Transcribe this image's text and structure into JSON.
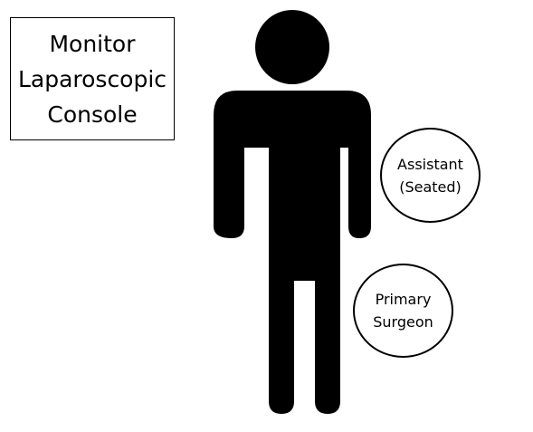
{
  "monitor": {
    "lines": [
      "Monitor",
      "Laparoscopic",
      "Console"
    ]
  },
  "assistant": {
    "lines": [
      "Assistant",
      "(Seated)"
    ]
  },
  "surgeon": {
    "lines": [
      "Primary",
      "Surgeon"
    ]
  },
  "colors": {
    "figure": "#000000",
    "outline": "#000000",
    "background": "#ffffff"
  },
  "icons": {
    "person": "person-figure-icon"
  }
}
